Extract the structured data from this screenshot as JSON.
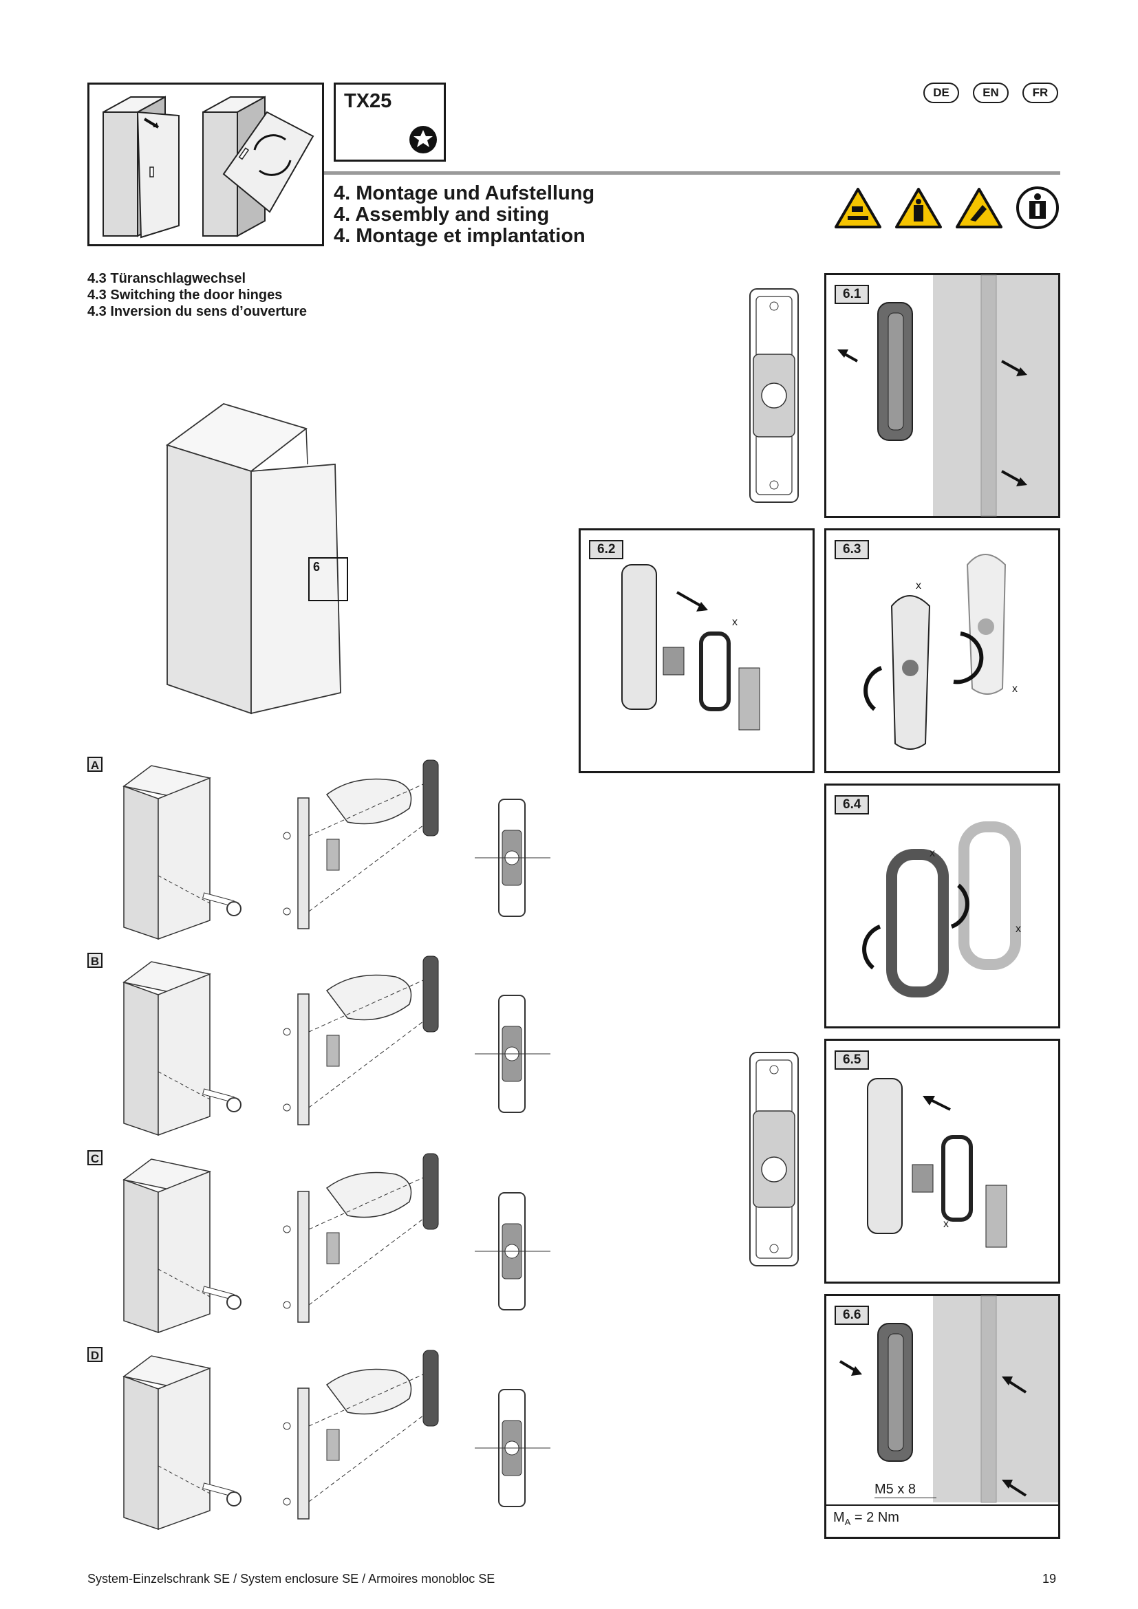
{
  "header": {
    "tool": "TX25",
    "languages": [
      "DE",
      "EN",
      "FR"
    ],
    "headings": [
      "4. Montage und Aufstellung",
      "4. Assembly and siting",
      "4. Montage et implantation"
    ],
    "warning_icons": [
      "crush-hazard-icon",
      "lifting-hazard-icon",
      "cut-hazard-icon",
      "protective-clothing-icon"
    ]
  },
  "section": {
    "titles": [
      "4.3 Türanschlagwechsel",
      "4.3 Switching the door hinges",
      "4.3 Inversion du sens d’ouverture"
    ],
    "callout": "6"
  },
  "rows": [
    "A",
    "B",
    "C",
    "D"
  ],
  "steps": {
    "s61": "6.1",
    "s62": "6.2",
    "s63": "6.3",
    "s64": "6.4",
    "s65": "6.5",
    "s66": "6.6",
    "mark_x": "x",
    "screw": "M5 x 8",
    "torque": "M",
    "torque_sub": "A",
    "torque_value": " = 2 Nm"
  },
  "footer": {
    "text": "System-Einzelschrank SE / System enclosure SE / Armoires monobloc SE",
    "page": "19"
  }
}
